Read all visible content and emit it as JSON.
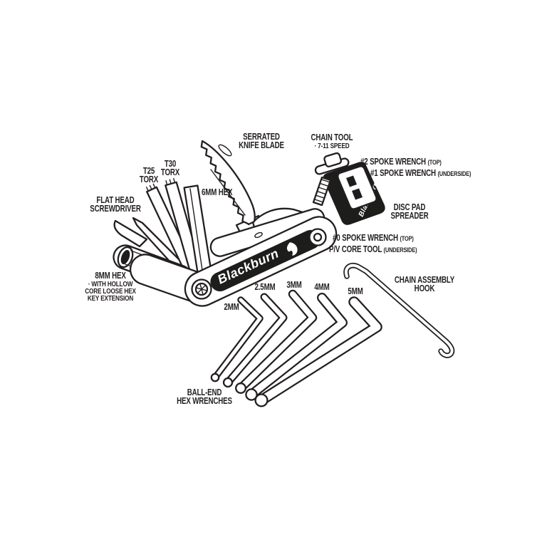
{
  "page": {
    "background": "#ffffff",
    "ink": "#231f20"
  },
  "brand": {
    "logo": "Blackburn"
  },
  "icons": {
    "flame": "blackburn-flame-mark",
    "torx_screw": "torx-screw-head"
  },
  "labels": {
    "serrated": [
      "SERRATED",
      "KNIFE BLADE"
    ],
    "chain_tool": {
      "title": "CHAIN TOOL",
      "speed": "· 7-11 SPEED"
    },
    "spoke2": {
      "text": "#2 SPOKE WRENCH",
      "note": "(TOP)"
    },
    "spoke1": {
      "text": "#1 SPOKE WRENCH",
      "note": "(UNDERSIDE)"
    },
    "disc_pad": [
      "DISC PAD",
      "SPREADER"
    ],
    "t25": [
      "T25",
      "TORX"
    ],
    "t30": [
      "T30",
      "TORX"
    ],
    "hex6": "6MM HEX",
    "flat_head": [
      "FLAT HEAD",
      "SCREWDRIVER"
    ],
    "spoke0": {
      "text": "#0 SPOKE WRENCH",
      "note": "(TOP)"
    },
    "pv_core": {
      "text": "P/V CORE TOOL",
      "note": "(UNDERSIDE)"
    },
    "hex8": {
      "title": "8MM HEX",
      "notes": [
        "· WITH HOLLOW",
        "CORE LOOSE HEX",
        "KEY EXTENSION"
      ]
    },
    "chain_hook": [
      "CHAIN ASSEMBLY",
      "HOOK"
    ],
    "ball_end": [
      "BALL-END",
      "HEX WRENCHES"
    ],
    "sizes": [
      "2MM",
      "2.5MM",
      "3MM",
      "4MM",
      "5MM"
    ]
  }
}
